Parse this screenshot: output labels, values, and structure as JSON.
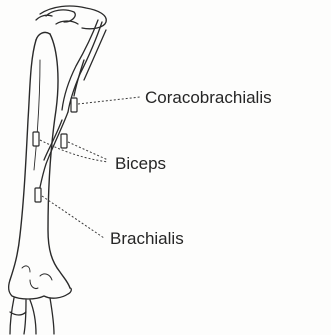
{
  "diagram": {
    "labels": {
      "coracobrachialis": "Coracobrachialis",
      "biceps": "Biceps",
      "brachialis": "Brachialis"
    },
    "colors": {
      "ink": "#2a2a2a",
      "label_text": "#262626",
      "background": "#fdfdfc"
    }
  }
}
